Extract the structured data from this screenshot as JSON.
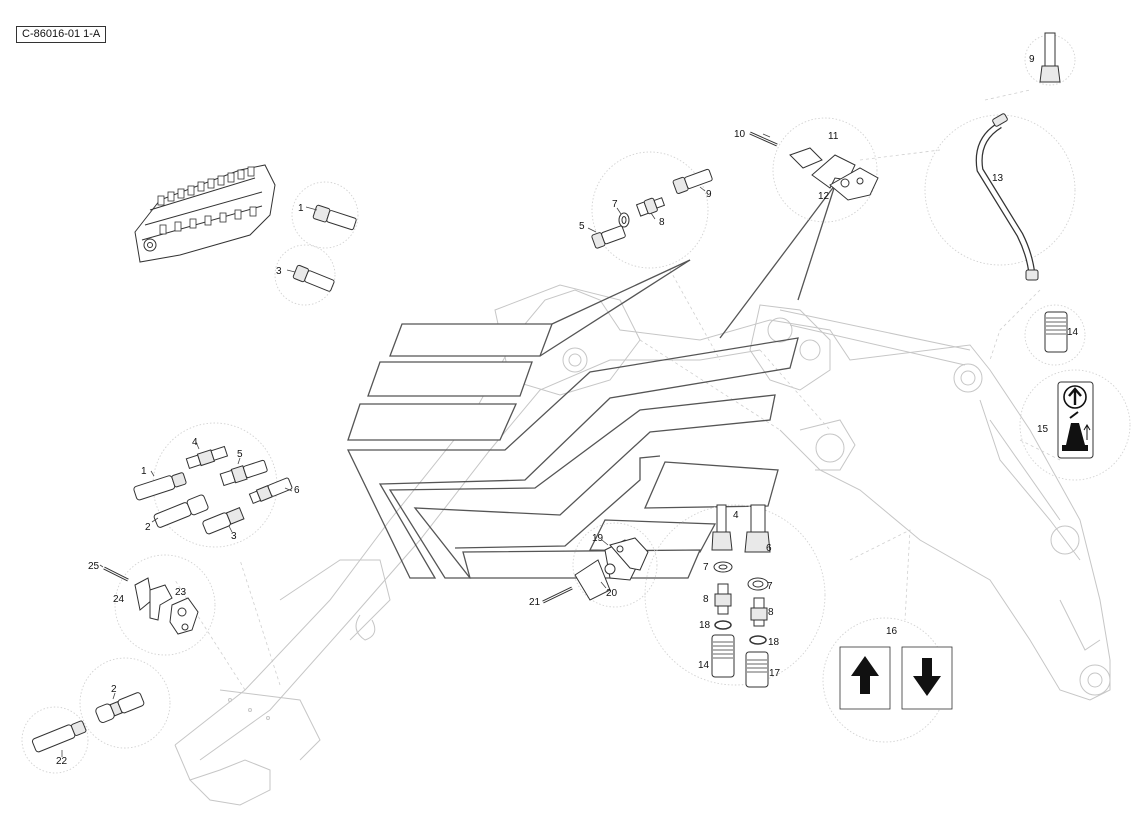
{
  "drawing_id": "C-86016-01 1-A",
  "callouts": {
    "c1a": "1",
    "c3a": "3",
    "c5a": "5",
    "c7a": "7",
    "c8a": "8",
    "c9a": "9",
    "c10": "10",
    "c11": "11",
    "c12": "12",
    "c9b": "9",
    "c13": "13",
    "c14a": "14",
    "c15": "15",
    "c4b": "4",
    "c1b": "1",
    "c5b": "5",
    "c6b": "6",
    "c2b": "2",
    "c3b": "3",
    "c25": "25",
    "c24": "24",
    "c23": "23",
    "c2c": "2",
    "c22": "22",
    "c19": "19",
    "c20": "20",
    "c21": "21",
    "c4c": "4",
    "c6c": "6",
    "c7c": "7",
    "c7d": "7",
    "c8c": "8",
    "c8d": "8",
    "c18a": "18",
    "c18b": "18",
    "c14b": "14",
    "c17": "17",
    "c16": "16"
  },
  "icons": [
    "control-valve-icon",
    "hydraulic-coupler-icon",
    "pipe-clamp-icon",
    "bent-tube-icon",
    "up-arrow-decal-icon",
    "down-arrow-decal-icon",
    "lever-decal-icon",
    "boom-arm-icon"
  ]
}
